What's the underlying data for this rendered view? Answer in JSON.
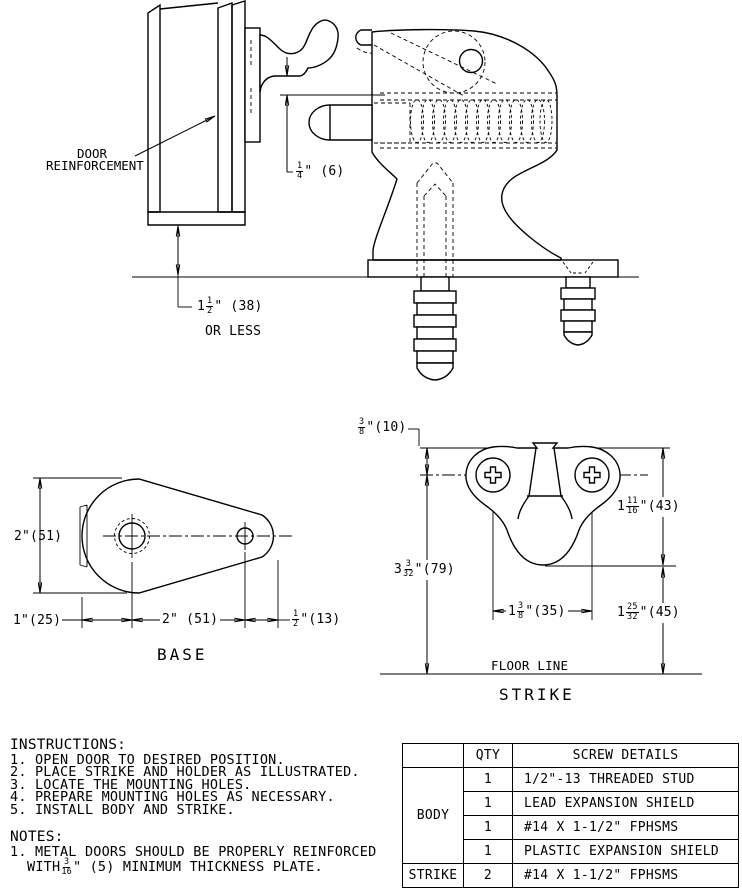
{
  "ink": "#000000",
  "paper": "#ffffff",
  "top_view": {
    "door_label": [
      "DOOR",
      "REINFORCEMENT"
    ],
    "gap_dim": {
      "num": "1",
      "den": "4",
      "suffix": "\" (6)"
    },
    "height_dim": {
      "whole": "1",
      "num": "1",
      "den": "2",
      "suffix": "\" (38)"
    },
    "height_qualifier": "OR LESS"
  },
  "base_view": {
    "title": "BASE",
    "height_dim": "2\"(51)",
    "left_dim": "1\"(25)",
    "center_dim": "2\" (51)",
    "right_dim": {
      "num": "1",
      "den": "2",
      "suffix": "\"(13)"
    }
  },
  "strike_view": {
    "title": "STRIKE",
    "floor_label": "FLOOR LINE",
    "top_offset_dim": {
      "num": "3",
      "den": "8",
      "suffix": "\"(10)"
    },
    "height_dim": {
      "whole": "1",
      "num": "11",
      "den": "16",
      "suffix": "\"(43)"
    },
    "mount_height_dim": {
      "whole": "3",
      "num": "3",
      "den": "32",
      "suffix": "\"(79)"
    },
    "hole_spacing_dim": {
      "whole": "1",
      "num": "3",
      "den": "8",
      "suffix": "\"(35)"
    },
    "bottom_height_dim": {
      "whole": "1",
      "num": "25",
      "den": "32",
      "suffix": "\"(45)"
    }
  },
  "instructions": {
    "heading": "INSTRUCTIONS:",
    "items": [
      "1. OPEN DOOR TO DESIRED POSITION.",
      "2. PLACE STRIKE AND HOLDER AS ILLUSTRATED.",
      "3. LOCATE THE MOUNTING HOLES.",
      "4. PREPARE MOUNTING HOLES AS NECESSARY.",
      "5. INSTALL BODY AND STRIKE."
    ]
  },
  "notes": {
    "heading": "NOTES:",
    "line1": "1. METAL DOORS SHOULD BE PROPERLY REINFORCED",
    "line2_pre": "WITH ",
    "line2_frac": {
      "num": "3",
      "den": "16"
    },
    "line2_post": "\" (5) MINIMUM THICKNESS PLATE."
  },
  "parts_table": {
    "qty_header": "QTY",
    "details_header": "SCREW DETAILS",
    "body_label": "BODY",
    "strike_label": "STRIKE",
    "rows": [
      {
        "qty": "1",
        "detail": "1/2\"-13 THREADED STUD"
      },
      {
        "qty": "1",
        "detail": "LEAD EXPANSION SHIELD"
      },
      {
        "qty": "1",
        "detail": "#14 X 1-1/2\" FPHSMS"
      },
      {
        "qty": "1",
        "detail": "PLASTIC EXPANSION SHIELD"
      },
      {
        "qty": "2",
        "detail": "#14 X 1-1/2\" FPHSMS"
      }
    ]
  }
}
